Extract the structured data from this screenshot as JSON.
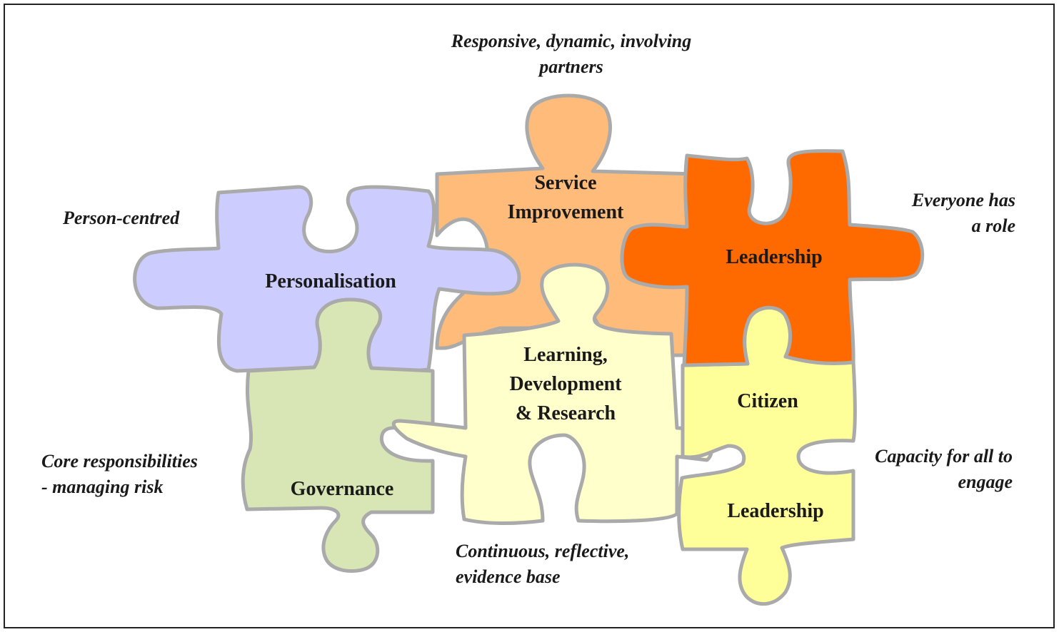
{
  "colors": {
    "service_improvement": "#ffbb7a",
    "leadership_top": "#ff6a00",
    "personalisation": "#ccccff",
    "governance": "#d7e6b4",
    "learning": "#ffffcc",
    "citizen_leadership": "#ffff99",
    "outline": "#aaaaaa"
  },
  "pieces": {
    "service_improvement": [
      "Service",
      "Improvement"
    ],
    "leadership": "Leadership",
    "personalisation": "Personalisation",
    "governance": "Governance",
    "learning": [
      "Learning,",
      "Development",
      "& Research"
    ],
    "citizen": "Citizen",
    "citizen_leadership": "Leadership"
  },
  "notes": {
    "top": [
      "Responsive, dynamic, involving",
      "partners"
    ],
    "person": "Person-centred",
    "everyone": [
      "Everyone has",
      "a role"
    ],
    "core": [
      "Core responsibilities",
      "- managing risk"
    ],
    "capacity": [
      "Capacity for all to",
      "engage"
    ],
    "continuous": [
      "Continuous, reflective,",
      "evidence base"
    ]
  }
}
